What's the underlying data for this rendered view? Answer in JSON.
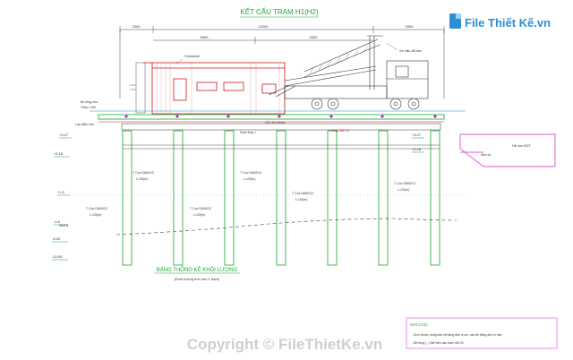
{
  "title": "KẾT CẤU TRẠM H1(H2)",
  "dims": {
    "left": "2000",
    "middle": "12000",
    "right": "2000",
    "sub_left": "8000",
    "sub_right": "4000"
  },
  "labels": {
    "container": "Container",
    "crane": "Xe cẩu 80 tấn",
    "left_note_1": "Bu lông neo",
    "left_note_2": "Thép L100",
    "deck": "Lớp đầm nền",
    "beam": "Dầm thép I",
    "beam_note": "Gỗ Lim 200x4",
    "steel_note": "Thép bản 12",
    "right_note": "Hệ ván BGT",
    "right_small": "Nền cũ",
    "elev_top": "+3.27",
    "elev_mid": "+2.18",
    "elev_right_top": "+3.27",
    "elev_right_mid": "+2.18",
    "elev_water": "+1.5",
    "elev_1": "-0.5",
    "elev_2": "-5.00",
    "elev_3": "-10.00",
    "ground_note": "MNTN"
  },
  "piles": [
    {
      "label": "7 Cọc D600/12",
      "sub": "L=20(m)"
    },
    {
      "label": "7 Cọc D600/12",
      "sub": "L=20(m)"
    },
    {
      "label": "7 Cọc D600/12",
      "sub": "L=22(m)"
    },
    {
      "label": "7 Cọc D600/12",
      "sub": "L=20(m)"
    },
    {
      "label": "7 Cọc D600/12",
      "sub": "L=20(m)"
    },
    {
      "label": "7 Cọc D600/12",
      "sub": "L=20(m)"
    }
  ],
  "table_title": "BẢNG THỐNG KÊ KHỐI LƯỢNG",
  "table_sub": "(Khối lượng tính cho 1 trạm)",
  "notes": {
    "heading": "GHI CHÚ:",
    "line1": "- Kích thước trong bản vẽ bằng đơn vị cm, cao độ bằng đơn vị mm.",
    "line2": "- Bê tông (...) thể hiện cấu trạm nổi H2."
  },
  "logo": {
    "brand": "File Thiết Kế.vn"
  },
  "watermark": "Copyright © FileThietKe.vn",
  "colors": {
    "red": "#d01818",
    "green": "#18a830",
    "magenta": "#d020d0",
    "blue": "#1e8ad6",
    "dark": "#444444",
    "black": "#222222"
  }
}
